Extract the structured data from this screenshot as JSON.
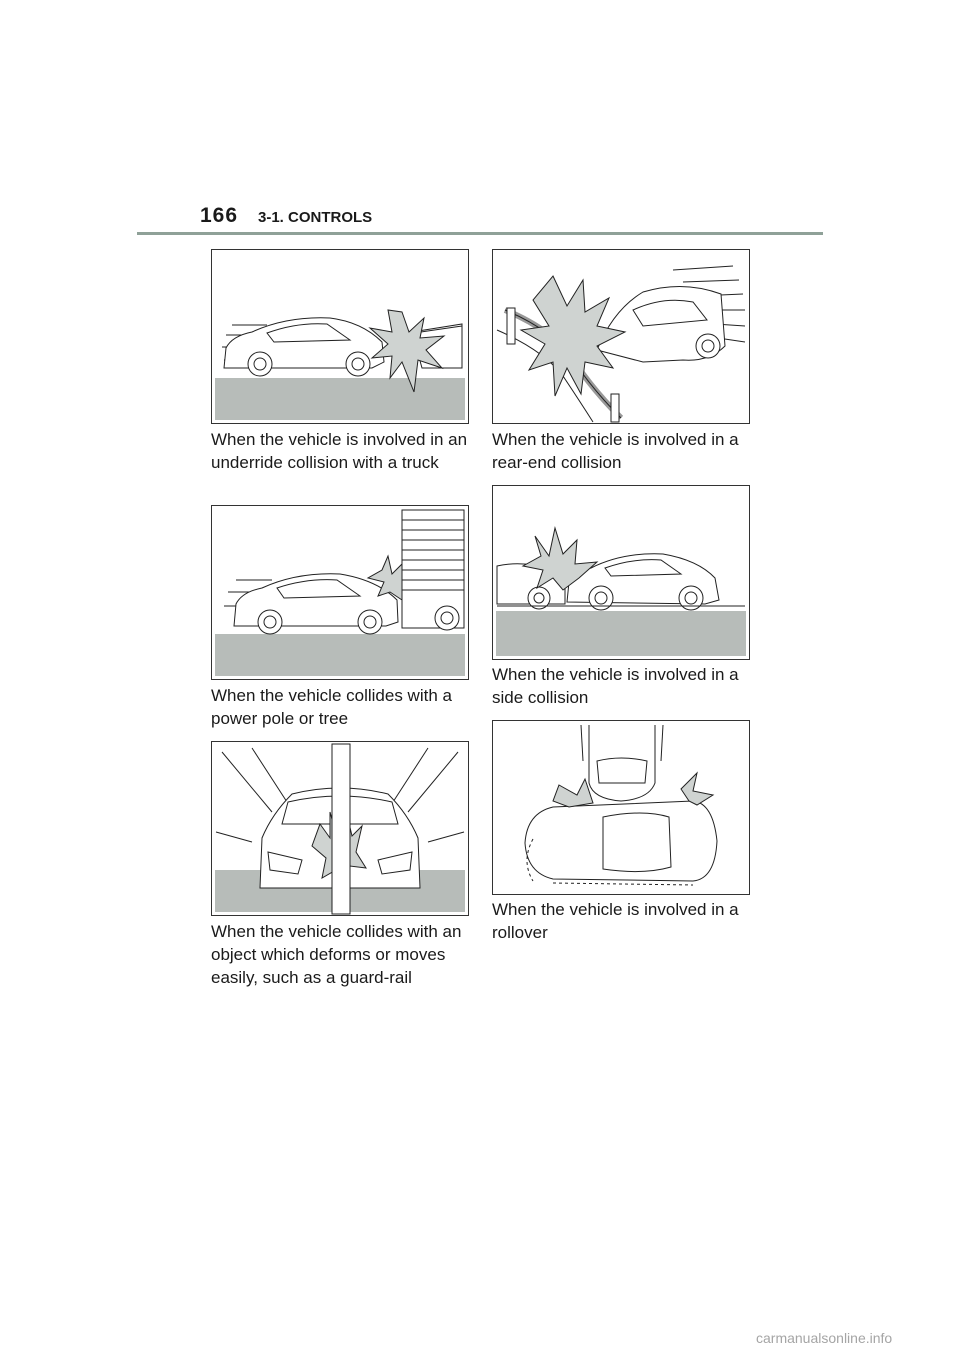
{
  "header": {
    "page_number": "166",
    "section_title": "3-1. CONTROLS",
    "rule_color": "#8fa198"
  },
  "figures": [
    {
      "caption": "When the vehicle is involved in an underride collision with a truck",
      "illustration": "underride-collision-illustration"
    },
    {
      "caption": "When the vehicle collides with a power pole or tree",
      "illustration": "pole-collision-illustration"
    },
    {
      "caption": "When the vehicle collides with an object which deforms or moves easily, such as a guard-rail",
      "illustration": "guardrail-collision-illustration"
    },
    {
      "caption": "When the vehicle is involved in a rear-end collision",
      "illustration": "rear-end-collision-illustration"
    },
    {
      "caption": "When the vehicle is involved in a side collision",
      "illustration": "side-collision-illustration"
    },
    {
      "caption": "When the vehicle is involved in a rollover",
      "illustration": "rollover-illustration"
    }
  ],
  "colors": {
    "ground": "#b7bcb9",
    "impact_burst": "#cfd3d1",
    "line_art": "#222222"
  },
  "watermark": "carmanualsonline.info"
}
